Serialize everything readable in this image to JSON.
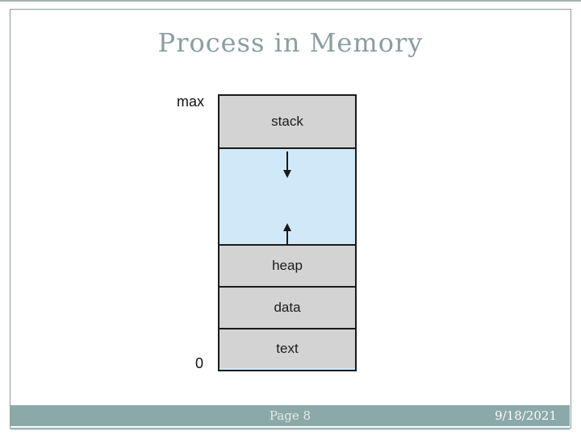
{
  "slide": {
    "title": "Process in Memory",
    "title_color": "#8a9da2"
  },
  "memory_diagram": {
    "max_label": "max",
    "zero_label": "0",
    "sections": [
      {
        "id": "stack",
        "label": "stack",
        "color": "#d3d3d3"
      },
      {
        "id": "free-space",
        "label": "",
        "color": "#cfe9f8"
      },
      {
        "id": "heap",
        "label": "heap",
        "color": "#d3d3d3"
      },
      {
        "id": "data",
        "label": "data",
        "color": "#d3d3d3"
      },
      {
        "id": "text",
        "label": "text",
        "color": "#d3d3d3"
      }
    ],
    "arrows": [
      {
        "name": "stack-growth-arrow",
        "direction": "down"
      },
      {
        "name": "heap-growth-arrow",
        "direction": "up"
      }
    ],
    "border_color": "#1a1a1a"
  },
  "footer": {
    "page": "Page 8",
    "date": "9/18/2021",
    "bar_color": "#8ba9a8"
  }
}
